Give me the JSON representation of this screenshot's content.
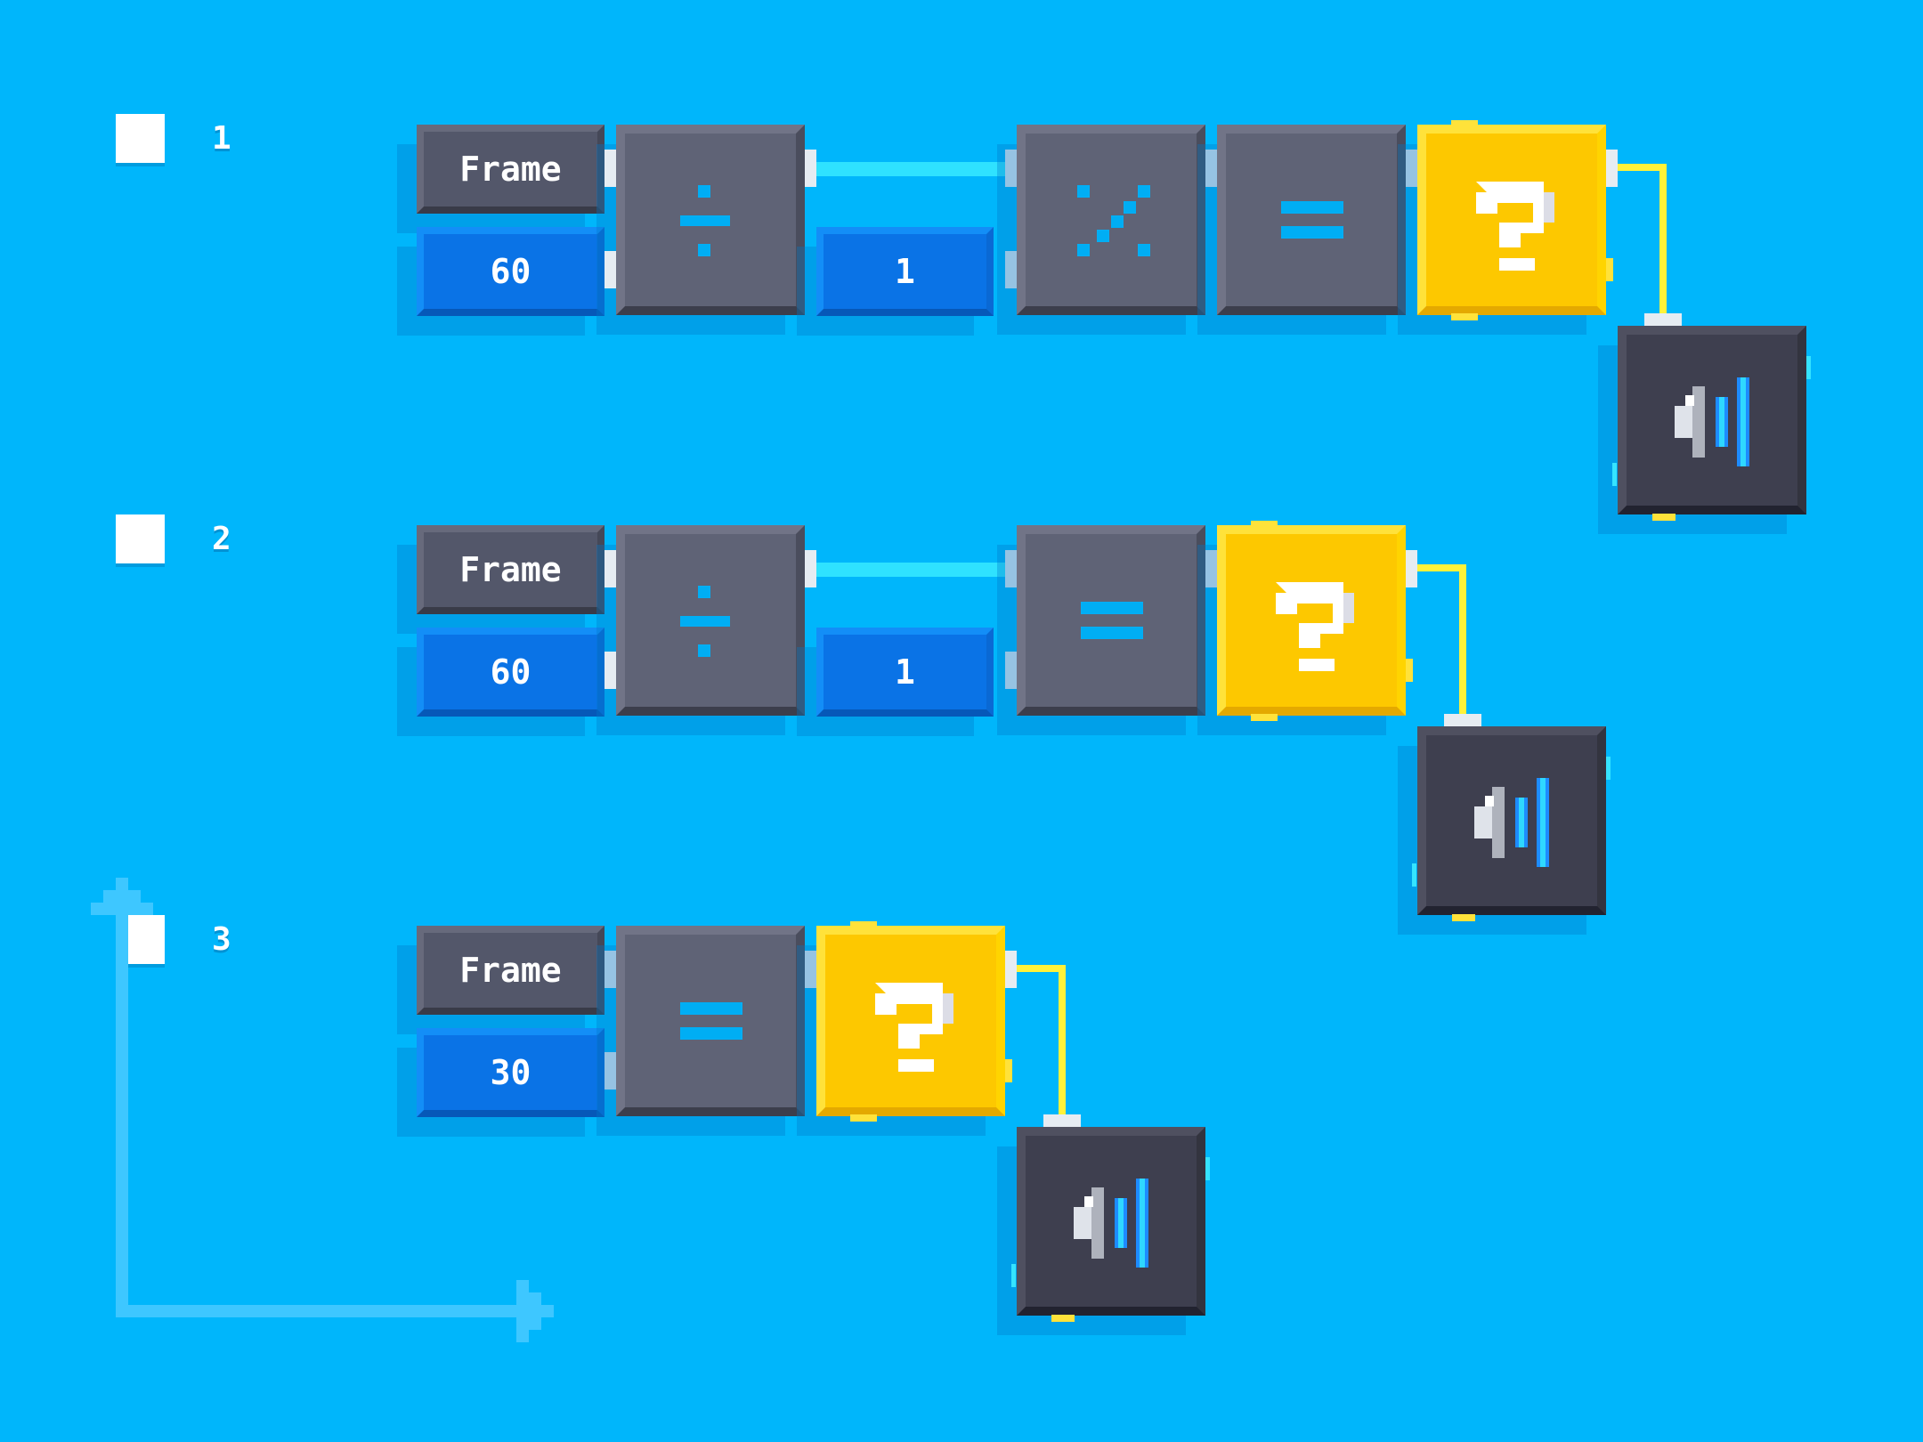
{
  "rows": [
    {
      "number": "1",
      "label": "Frame",
      "value": "60",
      "divisor": "1",
      "operators": [
        "divide-icon",
        "modulo-icon",
        "equals-icon"
      ],
      "condition": "?",
      "output": "speaker-icon"
    },
    {
      "number": "2",
      "label": "Frame",
      "value": "60",
      "divisor": "1",
      "operators": [
        "divide-icon",
        "equals-icon"
      ],
      "condition": "?",
      "output": "speaker-icon"
    },
    {
      "number": "3",
      "label": "Frame",
      "value": "30",
      "operators": [
        "equals-icon"
      ],
      "condition": "?",
      "output": "speaker-icon"
    }
  ],
  "colors": {
    "background": "#00b6fb",
    "block": "#5f6376",
    "condition": "#fdc800",
    "value": "#0a73e6",
    "wire": "#2fe2ff",
    "condition_wire": "#fff23a"
  }
}
